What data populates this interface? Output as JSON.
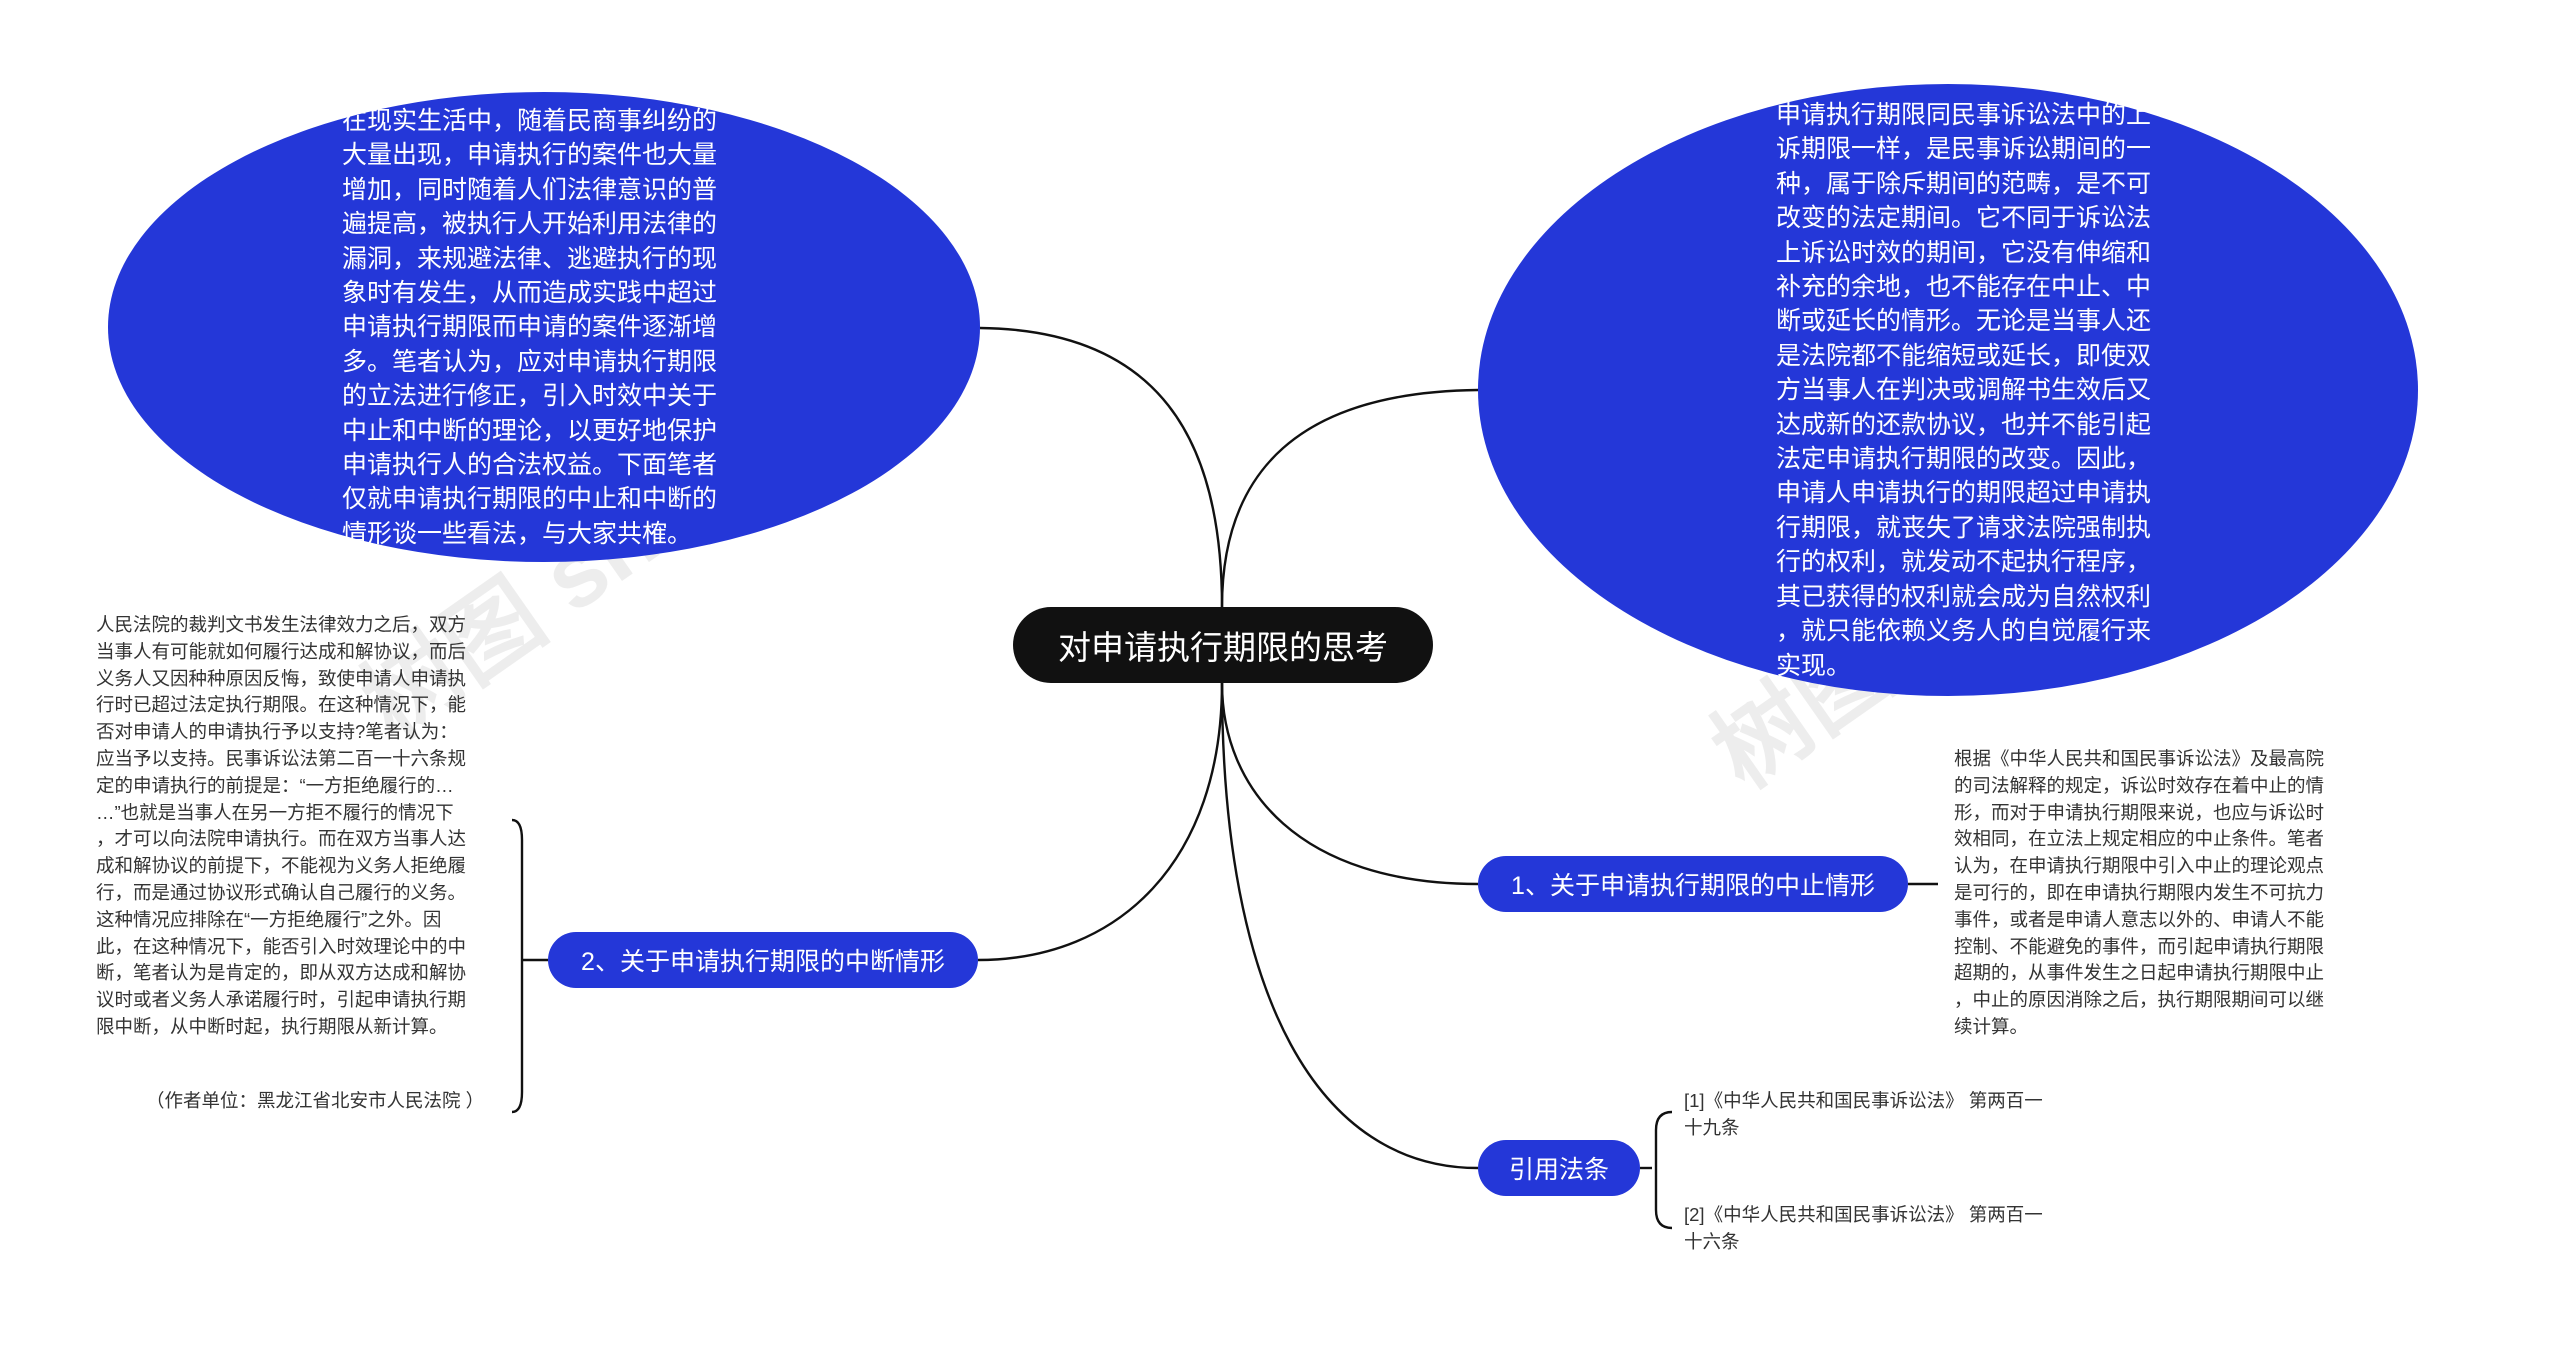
{
  "center": {
    "title": "对申请执行期限的思考"
  },
  "left_ellipse": {
    "text": "在现实生活中，随着民商事纠纷的\n大量出现，申请执行的案件也大量\n增加，同时随着人们法律意识的普\n遍提高，被执行人开始利用法律的\n漏洞，来规避法律、逃避执行的现\n象时有发生，从而造成实践中超过\n申请执行期限而申请的案件逐渐增\n多。笔者认为，应对申请执行期限\n的立法进行修正，引入时效中关于\n中止和中断的理论，以更好地保护\n申请执行人的合法权益。下面笔者\n仅就申请执行期限的中止和中断的\n情形谈一些看法，与大家共榷。"
  },
  "right_ellipse": {
    "text": "申请执行期限同民事诉讼法中的上\n诉期限一样，是民事诉讼期间的一\n种，属于除斥期间的范畴，是不可\n改变的法定期间。它不同于诉讼法\n上诉讼时效的期间，它没有伸缩和\n补充的余地，也不能存在中止、中\n断或延长的情形。无论是当事人还\n是法院都不能缩短或延长，即使双\n方当事人在判决或调解书生效后又\n达成新的还款协议，也并不能引起\n法定申请执行期限的改变。因此，\n申请人申请执行的期限超过申请执\n行期限，就丧失了请求法院强制执\n行的权利，就发动不起执行程序，\n其已获得的权利就会成为自然权利\n，就只能依赖义务人的自觉履行来\n实现。"
  },
  "branch_interrupt": {
    "label": "2、关于申请执行期限的中断情形",
    "note": "人民法院的裁判文书发生法律效力之后，双方\n当事人有可能就如何履行达成和解协议，而后\n义务人又因种种原因反悔，致使申请人申请执\n行时已超过法定执行期限。在这种情况下，能\n否对申请人的申请执行予以支持?笔者认为：\n应当予以支持。民事诉讼法第二百一十六条规\n定的申请执行的前提是：“一方拒绝履行的…\n…”也就是当事人在另一方拒不履行的情况下\n，才可以向法院申请执行。而在双方当事人达\n成和解协议的前提下，不能视为义务人拒绝履\n行，而是通过协议形式确认自己履行的义务。\n这种情况应排除在“一方拒绝履行”之外。因\n此，在这种情况下，能否引入时效理论中的中\n断，笔者认为是肯定的，即从双方达成和解协\n议时或者义务人承诺履行时，引起申请执行期\n限中断，从中断时起，执行期限从新计算。",
    "author": "（作者单位：黑龙江省北安市人民法院 ）"
  },
  "branch_suspend": {
    "label": "1、关于申请执行期限的中止情形",
    "note": "根据《中华人民共和国民事诉讼法》及最高院\n的司法解释的规定，诉讼时效存在着中止的情\n形，而对于申请执行期限来说，也应与诉讼时\n效相同，在立法上规定相应的中止条件。笔者\n认为，在申请执行期限中引入中止的理论观点\n是可行的，即在申请执行期限内发生不可抗力\n事件，或者是申请人意志以外的、申请人不能\n控制、不能避免的事件，而引起申请执行期限\n超期的，从事件发生之日起申请执行期限中止\n，中止的原因消除之后，执行期限期间可以继\n续计算。"
  },
  "branch_law": {
    "label": "引用法条",
    "items": [
      "[1]《中华人民共和国民事诉讼法》 第两百一\n十九条",
      "[2]《中华人民共和国民事诉讼法》 第两百一\n十六条"
    ]
  },
  "colors": {
    "node_fill": "#2437d8",
    "center_fill": "#111111",
    "link_stroke": "#111111",
    "note_text": "#333333"
  }
}
